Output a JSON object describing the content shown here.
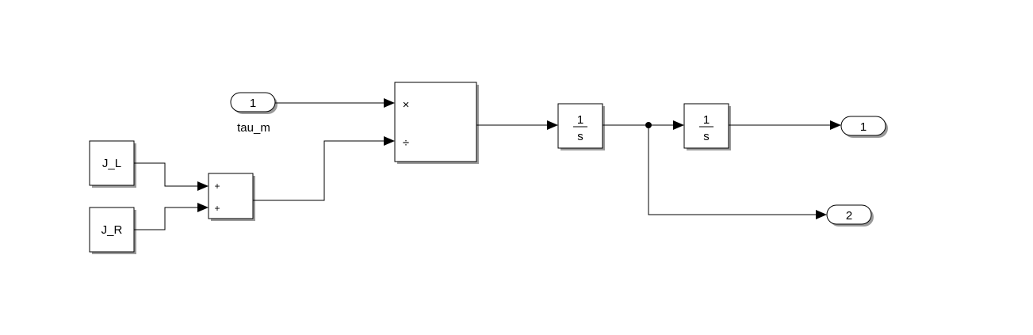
{
  "diagram": {
    "inports": [
      {
        "number": "1",
        "name": "tau_m"
      }
    ],
    "constants": [
      {
        "value": "J_L"
      },
      {
        "value": "J_R"
      }
    ],
    "sum_block": {
      "signs": [
        "+",
        "+"
      ]
    },
    "product_block": {
      "ops": [
        "×",
        "÷"
      ]
    },
    "integrators": [
      {
        "numerator": "1",
        "denominator": "s"
      },
      {
        "numerator": "1",
        "denominator": "s"
      }
    ],
    "outports": [
      {
        "number": "1"
      },
      {
        "number": "2"
      }
    ]
  }
}
